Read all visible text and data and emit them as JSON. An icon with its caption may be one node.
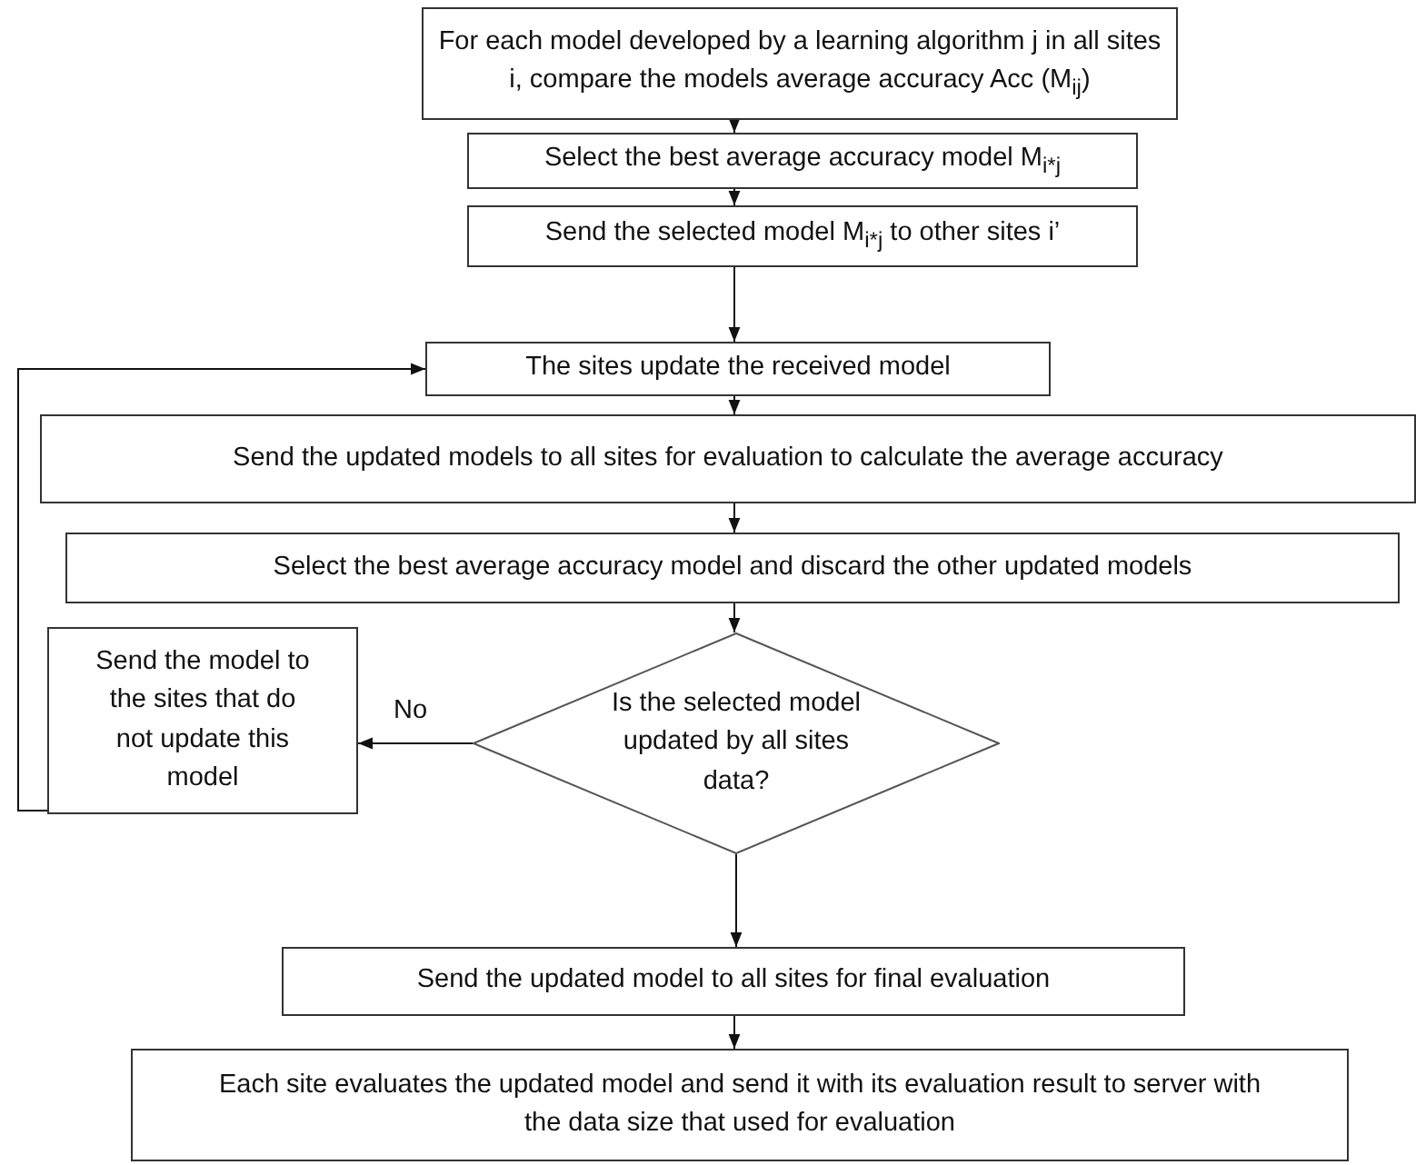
{
  "diagram": {
    "nodes": [
      {
        "text": [
          "For each model developed by a learning algorithm j in all sites i, compare the models average accuracy Acc (M$_{ij}$)"
        ]
      },
      {
        "text": [
          "Select the best average accuracy model M$_{i*j}$"
        ]
      },
      {
        "text": [
          "Send the selected model M$_{i*j}$ to other sites i’"
        ]
      },
      {
        "text": [
          "The sites update the received model"
        ]
      },
      {
        "text": [
          "Send the updated models to all sites for evaluation to calculate the average accuracy"
        ]
      },
      {
        "text": [
          "Select the best average accuracy model and discard the other updated models"
        ]
      },
      {
        "text": [
          "Is the selected model updated by all sites data?"
        ]
      },
      {
        "text": [
          "Send the model to the sites that do not update this model"
        ]
      },
      {
        "text": [
          "Send the updated model to all sites for final evaluation"
        ]
      },
      {
        "text": [
          "Each site evaluates the updated model and send it with its evaluation result to server with the data size that used for evaluation"
        ]
      }
    ],
    "edges": [
      {
        "from": 0,
        "to": 1,
        "arrow": "to"
      },
      {
        "from": 1,
        "to": 2,
        "arrow": "to"
      },
      {
        "from": 2,
        "to": 3,
        "arrow": "to"
      },
      {
        "from": 3,
        "to": 4,
        "arrow": "to"
      },
      {
        "from": 4,
        "to": 5,
        "arrow": "to"
      },
      {
        "from": 5,
        "to": 6,
        "arrow": "to"
      },
      {
        "from": 6,
        "to": 7,
        "arrow": "to",
        "label": "No"
      },
      {
        "from": 7,
        "to": 3,
        "arrow": "to"
      },
      {
        "from": 6,
        "to": 8,
        "arrow": "to"
      },
      {
        "from": 8,
        "to": 9,
        "arrow": "to"
      }
    ]
  }
}
